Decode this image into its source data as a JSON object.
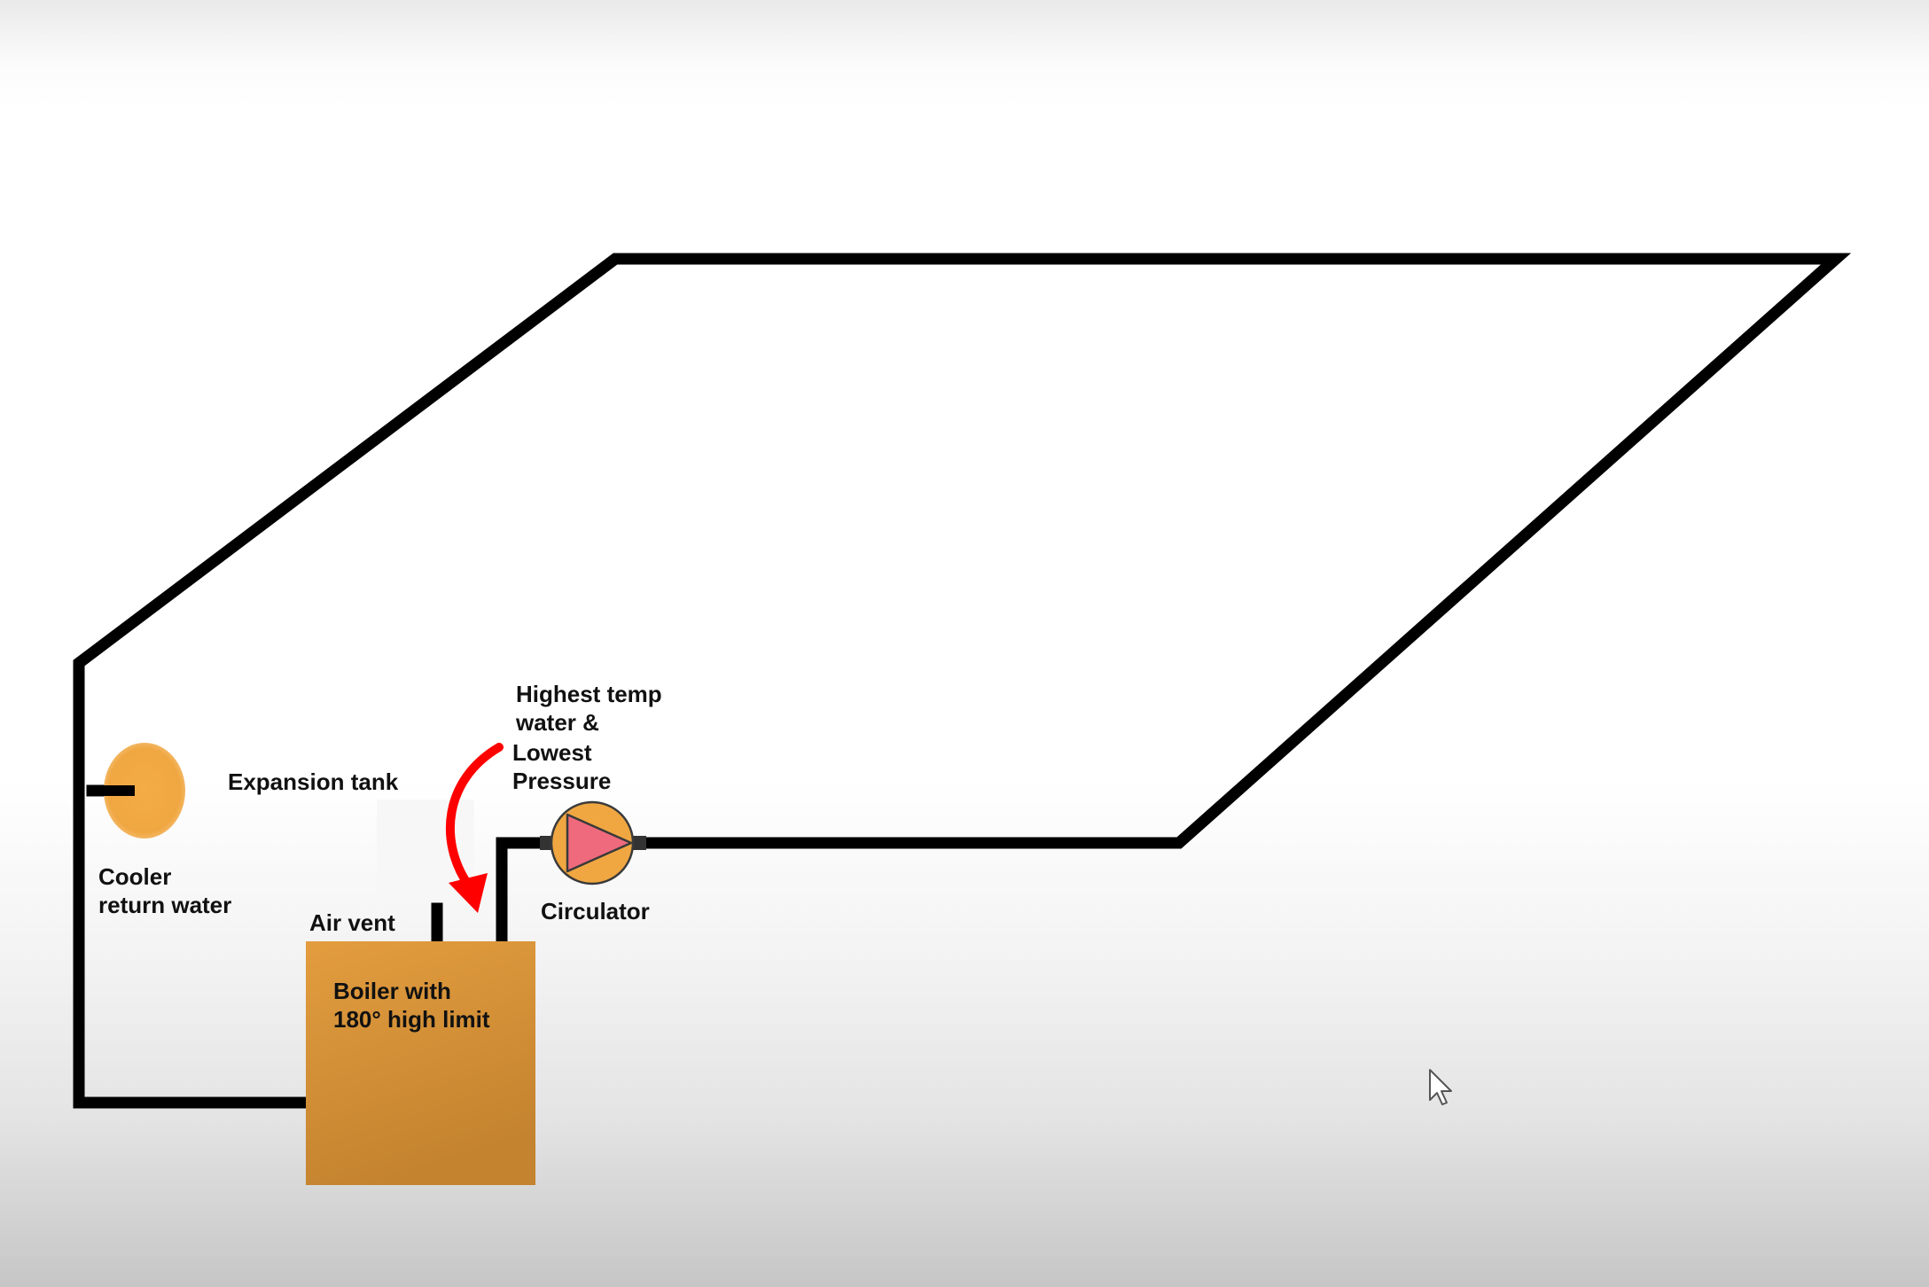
{
  "labels": {
    "expansion_tank": "Expansion tank",
    "cooler_return_line1": "Cooler",
    "cooler_return_line2": "return water",
    "air_vent": "Air vent",
    "boiler_line1": "Boiler with",
    "boiler_line2": "180° high limit",
    "circulator": "Circulator",
    "highest_temp_line1": "Highest temp",
    "highest_temp_line2": "water &",
    "highest_temp_line3": "Lowest",
    "highest_temp_line4": "Pressure"
  },
  "colors": {
    "pipe": "#000000",
    "boiler_fill": "#d6923a",
    "expansion_tank_fill": "#f0a742",
    "circulator_fill": "#f0a742",
    "circulator_triangle": "#ee6a7c",
    "flow_arrow": "#ff0000"
  },
  "icons": {
    "circulator": "pump-triangle-icon",
    "cursor": "mouse-pointer-icon",
    "flow_arrow": "curved-arrow-icon"
  }
}
